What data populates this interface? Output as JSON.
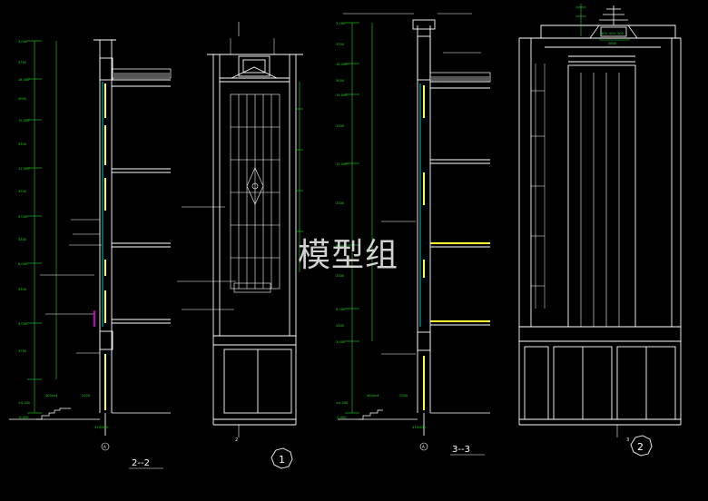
{
  "watermark": "模型组",
  "sections": [
    {
      "id": "2-2",
      "caption": "2--2"
    },
    {
      "id": "3-3",
      "caption": "3--3"
    }
  ],
  "elevations": [
    {
      "id": "e1",
      "number": "1",
      "grid_tag": "2"
    },
    {
      "id": "e2",
      "number": "2",
      "grid_tag": "3"
    }
  ],
  "axis_markers": [
    {
      "id": "axis-left",
      "label": "A"
    },
    {
      "id": "axis-mid",
      "label": "A"
    }
  ],
  "dimensions_left": [
    "3,000",
    "3700",
    "18,000",
    "3000",
    "15,000",
    "3300",
    "12,000",
    "3300",
    "9,000",
    "3300",
    "6,000",
    "3300",
    "3,000",
    "3700",
    "±0.000",
    "-0.450"
  ],
  "dimensions_mid": [
    "3,000",
    "3700",
    "18,000",
    "3000",
    "15,000",
    "3300",
    "12,000",
    "3300",
    "9,000",
    "3300",
    "6,000",
    "3300",
    "3,000",
    "±0.000",
    "-0.450"
  ],
  "ground_dims": [
    "4000x4",
    "2000",
    "370/500"
  ],
  "roof_dims": [
    "300",
    "500",
    "300",
    "2600"
  ],
  "colors": {
    "background": "#000000",
    "linework": "#ffffff",
    "dimension": "#1fd81f",
    "slab": "#ffff33",
    "glass": "#00ffff",
    "accent": "#ff00ff"
  }
}
